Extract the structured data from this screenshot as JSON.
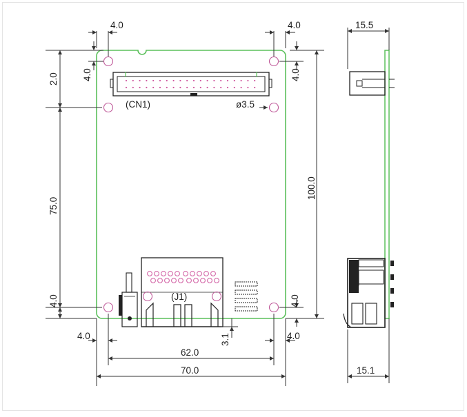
{
  "dimensions": {
    "top_left_offset": "4.0",
    "top_right_offset": "4.0",
    "left_upper_offset": "4.0",
    "right_upper_offset": "4.0",
    "left_lower_offset": "4.0",
    "right_lower_offset": "4.0",
    "bottom_left_offset": "4.0",
    "bottom_right_offset": "4.0",
    "left_height_top": "2.0",
    "left_height_middle": "75.0",
    "right_height_total": "100.0",
    "hole_pitch_width": "62.0",
    "board_width": "70.0",
    "jack_protrusion": "3.1",
    "side_top_depth": "15.5",
    "side_bottom_depth": "15.1",
    "hole_diameter": "ø3.5"
  },
  "labels": {
    "connector_cn1": "(CN1)",
    "connector_j1": "(J1)"
  },
  "colors": {
    "board_outline": "#5cc05c",
    "mounting_hole": "#c05a9a",
    "pin_dot": "#d05aa0",
    "dimension_line": "#333333",
    "component": "#222222"
  }
}
